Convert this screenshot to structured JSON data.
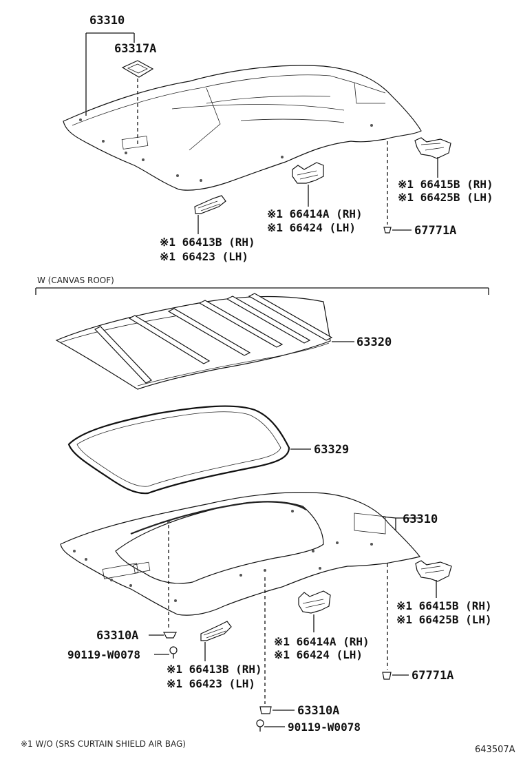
{
  "section_header": "W (CANVAS ROOF)",
  "footnote": "※1 W/O (SRS CURTAIN SHIELD AIR BAG)",
  "figure_code": "643507A",
  "top_assembly": {
    "headliner": "63310",
    "lamp_base": "63317A",
    "bracket_rear": [
      "※1 66415B (RH)",
      "※1 66425B (LH)"
    ],
    "bracket_mid": [
      "※1 66414A (RH)",
      "※1 66424 (LH)"
    ],
    "bracket_front": [
      "※1 66413B (RH)",
      "※1 66423 (LH)"
    ],
    "clip": "67771A"
  },
  "canvas_assembly": {
    "canvas_panel": "63320",
    "seal": "63329",
    "headliner": "63310",
    "bracket_rear": [
      "※1 66415B (RH)",
      "※1 66425B (LH)"
    ],
    "bracket_mid": [
      "※1 66414A (RH)",
      "※1 66424 (LH)"
    ],
    "bracket_front": [
      "※1 66413B (RH)",
      "※1 66423 (LH)"
    ],
    "clip": "67771A",
    "fastener_left": "63310A",
    "screw_left": "90119-W0078",
    "fastener_bottom": "63310A",
    "screw_bottom": "90119-W0078"
  }
}
